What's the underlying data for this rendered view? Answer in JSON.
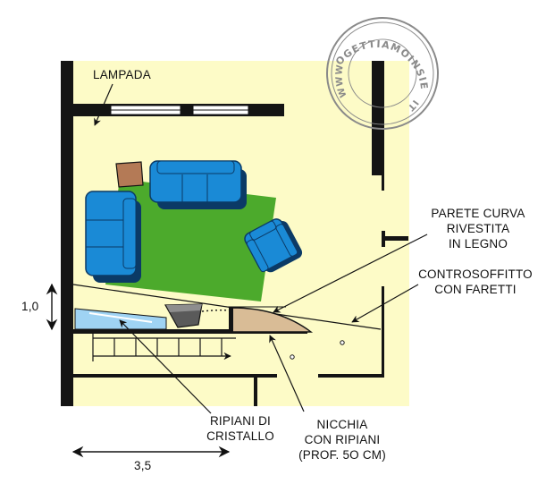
{
  "labels": {
    "lamp": "LAMPADA",
    "curved_wall": [
      "PARETE CURVA",
      "RIVESTITA",
      "IN LEGNO"
    ],
    "false_ceiling": [
      "CONTROSOFFITTO",
      "CON FARETTI"
    ],
    "glass_shelves": [
      "RIPIANI DI",
      "CRISTALLO"
    ],
    "niche": [
      "NICCHIA",
      "CON RIPIANI",
      "(PROF. 5O CM)"
    ]
  },
  "dimensions": {
    "height": "1,0",
    "width": "3,5"
  },
  "stamp": {
    "arc_top": "PROGETTIAMOINSIEME",
    "left": "WWW",
    "right": "IT"
  },
  "colors": {
    "floor": "#fdfbc7",
    "wall": "#141414",
    "sofa": "#1a8ad6",
    "rug": "#4caa2c",
    "wood": "#d9bc96",
    "glass": "#9fd3f3",
    "side_table": "#b47a56"
  }
}
